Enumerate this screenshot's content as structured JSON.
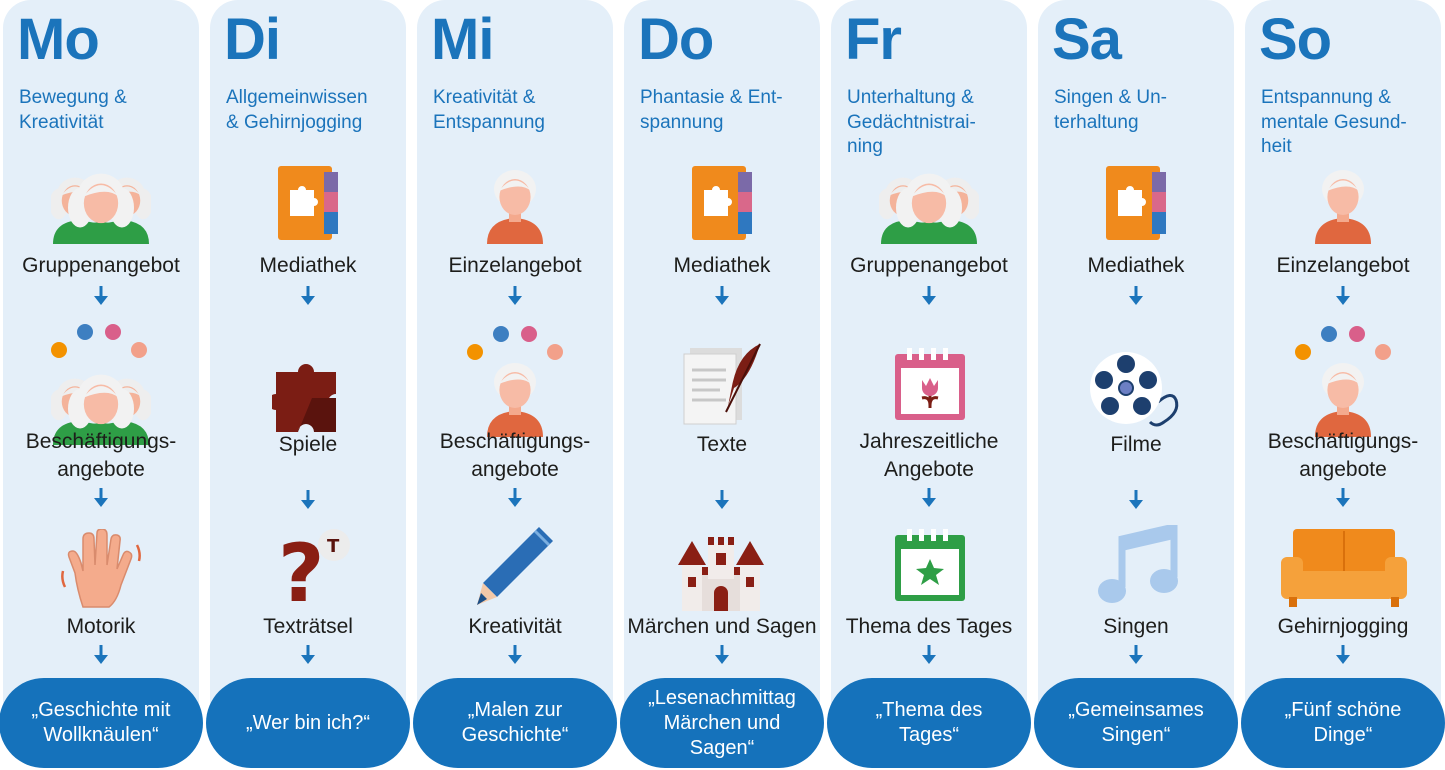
{
  "days": [
    {
      "abbr": "Mo",
      "theme": "Bewegung &\nKreativität",
      "steps": [
        "Gruppenangebot",
        "Beschäftigungs-\nangebote",
        "Motorik"
      ],
      "activity": "„Geschichte mit\nWollknäulen“",
      "icons": [
        "group-icon",
        "activity-group-icon",
        "hand-icon"
      ]
    },
    {
      "abbr": "Di",
      "theme": "Allgemeinwissen\n& Gehirnjogging",
      "steps": [
        "Mediathek",
        "Spiele",
        "Texträtsel"
      ],
      "activity": "„Wer bin ich?“",
      "icons": [
        "media-book-icon",
        "puzzle-icon",
        "question-icon"
      ]
    },
    {
      "abbr": "Mi",
      "theme": "Kreativität &\nEntspannung",
      "steps": [
        "Einzelangebot",
        "Beschäftigungs-\nangebote",
        "Kreativität"
      ],
      "activity": "„Malen zur\nGeschichte“",
      "icons": [
        "person-icon",
        "activity-person-icon",
        "pencil-icon"
      ]
    },
    {
      "abbr": "Do",
      "theme": "Phantasie & Ent-\nspannung",
      "steps": [
        "Mediathek",
        "Texte",
        "Märchen und Sagen"
      ],
      "activity": "„Lesenachmittag\nMärchen und\nSagen“",
      "icons": [
        "media-book-icon",
        "quill-text-icon",
        "castle-icon"
      ]
    },
    {
      "abbr": "Fr",
      "theme": "Unterhaltung &\nGedächtnistrai-\nning",
      "steps": [
        "Gruppenangebot",
        "Jahreszeitliche\nAngebote",
        "Thema des Tages"
      ],
      "activity": "„Thema des\nTages“",
      "icons": [
        "group-icon",
        "calendar-flower-icon",
        "calendar-star-icon"
      ]
    },
    {
      "abbr": "Sa",
      "theme": "Singen & Un-\nterhaltung",
      "steps": [
        "Mediathek",
        "Filme",
        "Singen"
      ],
      "activity": "„Gemeinsames\nSingen“",
      "icons": [
        "media-book-icon",
        "film-reel-icon",
        "music-note-icon"
      ]
    },
    {
      "abbr": "So",
      "theme": "Entspannung &\nmentale Gesund-\nheit",
      "steps": [
        "Einzelangebot",
        "Beschäftigungs-\nangebote",
        "Gehirnjogging"
      ],
      "activity": "„Fünf schöne\nDinge“",
      "icons": [
        "person-icon",
        "activity-person-icon",
        "sofa-icon"
      ]
    }
  ],
  "colors": {
    "panel": "#e4eff9",
    "accent": "#1b74bb",
    "pill": "#1572bb",
    "text": "#1d1d1b"
  }
}
